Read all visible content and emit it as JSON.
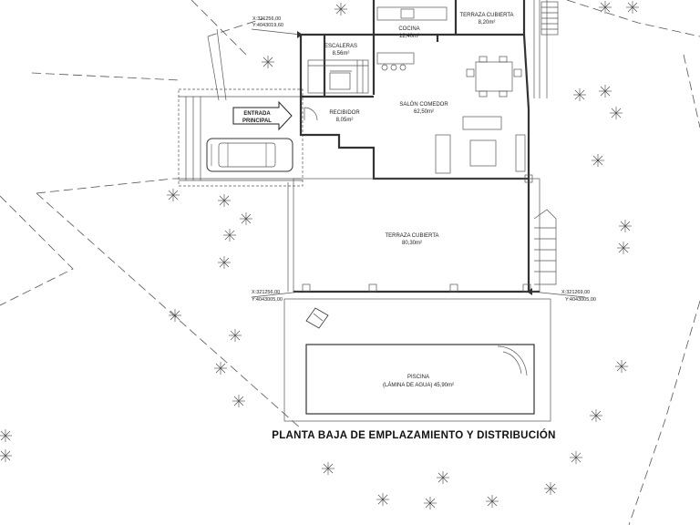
{
  "title": "PLANTA BAJA DE EMPLAZAMIENTO Y DISTRIBUCIÓN",
  "rooms": {
    "escaleras": {
      "name": "ESCALERAS",
      "area": "8,56m²"
    },
    "cocina": {
      "name": "COCINA",
      "area": "12,40m²"
    },
    "terraza_top": {
      "name": "TERRAZA CUBIERTA",
      "area": "8,20m²"
    },
    "recibidor": {
      "name": "RECIBIDOR",
      "area": "8,05m²"
    },
    "salon": {
      "name": "SALÓN COMEDOR",
      "area": "62,50m²"
    },
    "entrada": {
      "line1": "ENTRADA",
      "line2": "PRINCIPAL"
    },
    "terraza_main": {
      "name": "TERRAZA CUBIERTA",
      "area": "80,30m²"
    },
    "piscina": {
      "line1": "PISCINA",
      "line2": "(LÁMINA DE AGUA) 45,90m²"
    }
  },
  "coordinates": {
    "top": {
      "x": "X:321256,00",
      "y": "Y:4043019,60"
    },
    "bottom_left": {
      "x": "X:321256,00",
      "y": "Y:4043005,00"
    },
    "bottom_right": {
      "x": "X:321269,00",
      "y": "Y:4043005,00"
    }
  }
}
